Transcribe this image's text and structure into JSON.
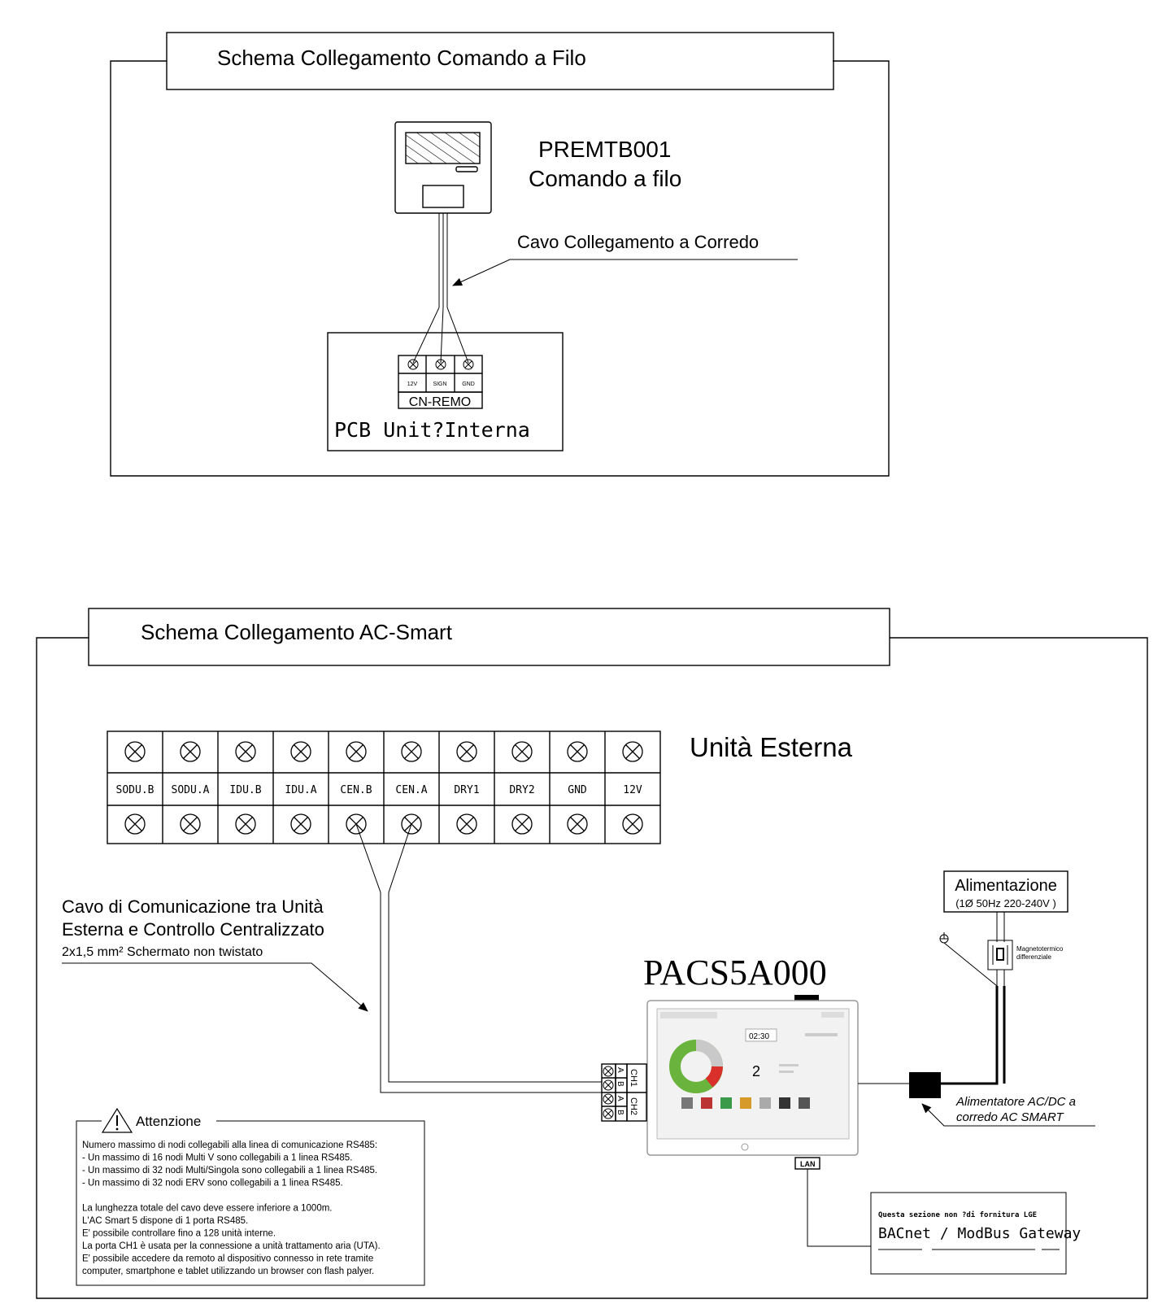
{
  "diagram1": {
    "title": "Schema Collegamento Comando a Filo",
    "controller_model": "PREMTB001",
    "controller_name": "Comando a filo",
    "cable_label": "Cavo Collegamento a Corredo",
    "terminals": [
      "12V",
      "SIGN",
      "GND"
    ],
    "connector": "CN-REMO",
    "pcb_label": "PCB Unit?Interna"
  },
  "diagram2": {
    "title": "Schema Collegamento AC-Smart",
    "outdoor_unit_label": "Unità Esterna",
    "terminals": [
      "SODU.B",
      "SODU.A",
      "IDU.B",
      "IDU.A",
      "CEN.B",
      "CEN.A",
      "DRY1",
      "DRY2",
      "GND",
      "12V"
    ],
    "cable_label_line1": "Cavo di Comunicazione tra Unità",
    "cable_label_line2": "Esterna e Controllo Centralizzato",
    "cable_spec": "2x1,5 mm² Schermato non twistato",
    "device_model": "PACS5A000",
    "ports": {
      "ch1": "CH1",
      "ch2": "CH2",
      "a": "A",
      "b": "B",
      "lan": "LAN"
    },
    "screen_time": "02:30",
    "screen_count": "2",
    "power_title": "Alimentazione",
    "power_spec": "(1Ø 50Hz 220-240V )",
    "breaker_label_line1": "Magnetotermico",
    "breaker_label_line2": "differenziale",
    "adapter_label_line1": "Alimentatore AC/DC a",
    "adapter_label_line2": "corredo AC SMART",
    "gateway_note": "Questa sezione non ?di fornitura LGE",
    "gateway_label": "BACnet / ModBus Gateway"
  },
  "warning": {
    "title": "Attenzione",
    "icon": "warning-triangle-icon",
    "lines": [
      "Numero massimo di nodi collegabili alla linea di comunicazione RS485:",
      "- Un massimo di 16 nodi Multi V sono collegabili a 1 linea RS485.",
      "- Un massimo di 32 nodi Multi/Singola sono collegabili a 1 linea RS485.",
      "- Un massimo di 32 nodi ERV sono collegabili a 1 linea RS485.",
      "",
      "La lunghezza totale del cavo deve essere inferiore a 1000m.",
      "L'AC Smart 5 dispone di 1 porta RS485.",
      "E' possibile controllare fino a 128 unità interne.",
      "La porta CH1 è usata per la connessione a unità trattamento aria (UTA).",
      "E' possibile accedere da remoto al dispositivo connesso in rete tramite",
      "computer, smartphone e tablet utilizzando un browser con flash palyer."
    ]
  }
}
